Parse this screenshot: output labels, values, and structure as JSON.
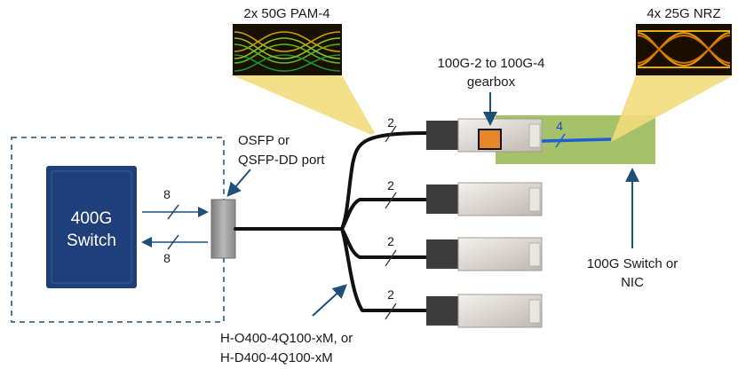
{
  "switch": {
    "line1": "400G",
    "line2": "Switch"
  },
  "links": {
    "tx_lanes": "8",
    "rx_lanes": "8"
  },
  "port": {
    "line1": "OSFP or",
    "line2": "QSFP-DD port"
  },
  "cable": {
    "line1": "H-O400-4Q100-xM, or",
    "line2": "H-D400-4Q100-xM"
  },
  "branches": [
    {
      "lanes": "2"
    },
    {
      "lanes": "2"
    },
    {
      "lanes": "2"
    },
    {
      "lanes": "2"
    }
  ],
  "gearbox": {
    "line1": "100G-2 to 100G-4",
    "line2": "gearbox"
  },
  "nic_lanes": "4",
  "nic": {
    "line1": "100G Switch or",
    "line2": "NIC"
  },
  "eye_pam4": {
    "label": "2x 50G PAM-4"
  },
  "eye_nrz": {
    "label": "4x 25G NRZ"
  },
  "colors": {
    "switch_blue": "#1e3f7a",
    "nic_green": "#9bba59",
    "callout_yellow": "#f2dc7c",
    "gearbox_orange": "#e8862b",
    "arrow_blue": "#1f4e79",
    "lane_blue": "#1f5fd6"
  }
}
